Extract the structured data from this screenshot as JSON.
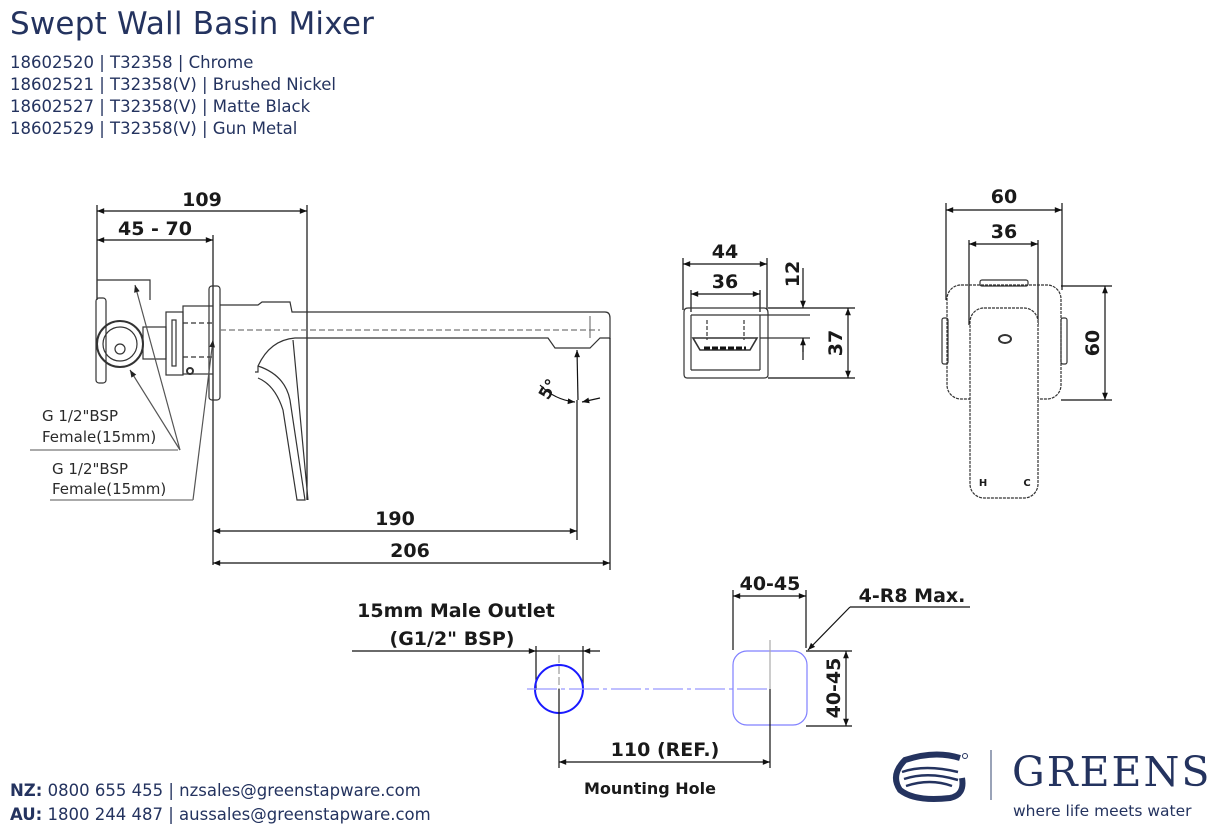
{
  "header": {
    "title": "Swept Wall Basin Mixer",
    "product_codes": [
      {
        "code": "18602520",
        "model": "T32358",
        "finish": "Chrome",
        "line": "18602520 | T32358 | Chrome"
      },
      {
        "code": "18602521",
        "model": "T32358(V)",
        "finish": "Brushed Nickel",
        "line": "18602521 | T32358(V) | Brushed Nickel"
      },
      {
        "code": "18602527",
        "model": "T32358(V)",
        "finish": "Matte Black",
        "line": "18602527 | T32358(V) | Matte Black"
      },
      {
        "code": "18602529",
        "model": "T32358(V)",
        "finish": "Gun Metal",
        "line": "18602529 | T32358(V) | Gun Metal"
      }
    ]
  },
  "side_view": {
    "dim_overall_depth": "109",
    "dim_wall_cavity": "45 - 70",
    "dim_outlet_reach": "190",
    "dim_total_reach": "206",
    "angle": "5°",
    "inlet_note_1_line1": "G 1/2\"BSP",
    "inlet_note_1_line2": "Female(15mm)",
    "inlet_note_2_line1": "G 1/2\"BSP",
    "inlet_note_2_line2": "Female(15mm)"
  },
  "spout_end_view": {
    "dim_width_outer": "44",
    "dim_width_inner": "36",
    "dim_height": "37",
    "dim_outlet_depth": "12"
  },
  "front_view": {
    "dim_plate_width": "60",
    "dim_handle_width": "36",
    "dim_plate_height": "60",
    "hot_label": "H",
    "cold_label": "C"
  },
  "mounting": {
    "outlet_label_line1": "15mm Male Outlet",
    "outlet_label_line2": "(G1/2\" BSP)",
    "dim_cutout_width": "40-45",
    "dim_cutout_height": "40-45",
    "corner_radius_note": "4-R8 Max.",
    "dim_centers": "110 (REF.)",
    "caption": "Mounting Hole",
    "accent_color": "#1a1aff"
  },
  "footer": {
    "nz_label": "NZ:",
    "nz_contact": "0800 655 455 | nzsales@greenstapware.com",
    "au_label": "AU:",
    "au_contact": "1800 244 487  | aussales@greenstapware.com",
    "brand": "GREENS",
    "tagline": "where life meets water",
    "brand_color": "#24335f"
  }
}
